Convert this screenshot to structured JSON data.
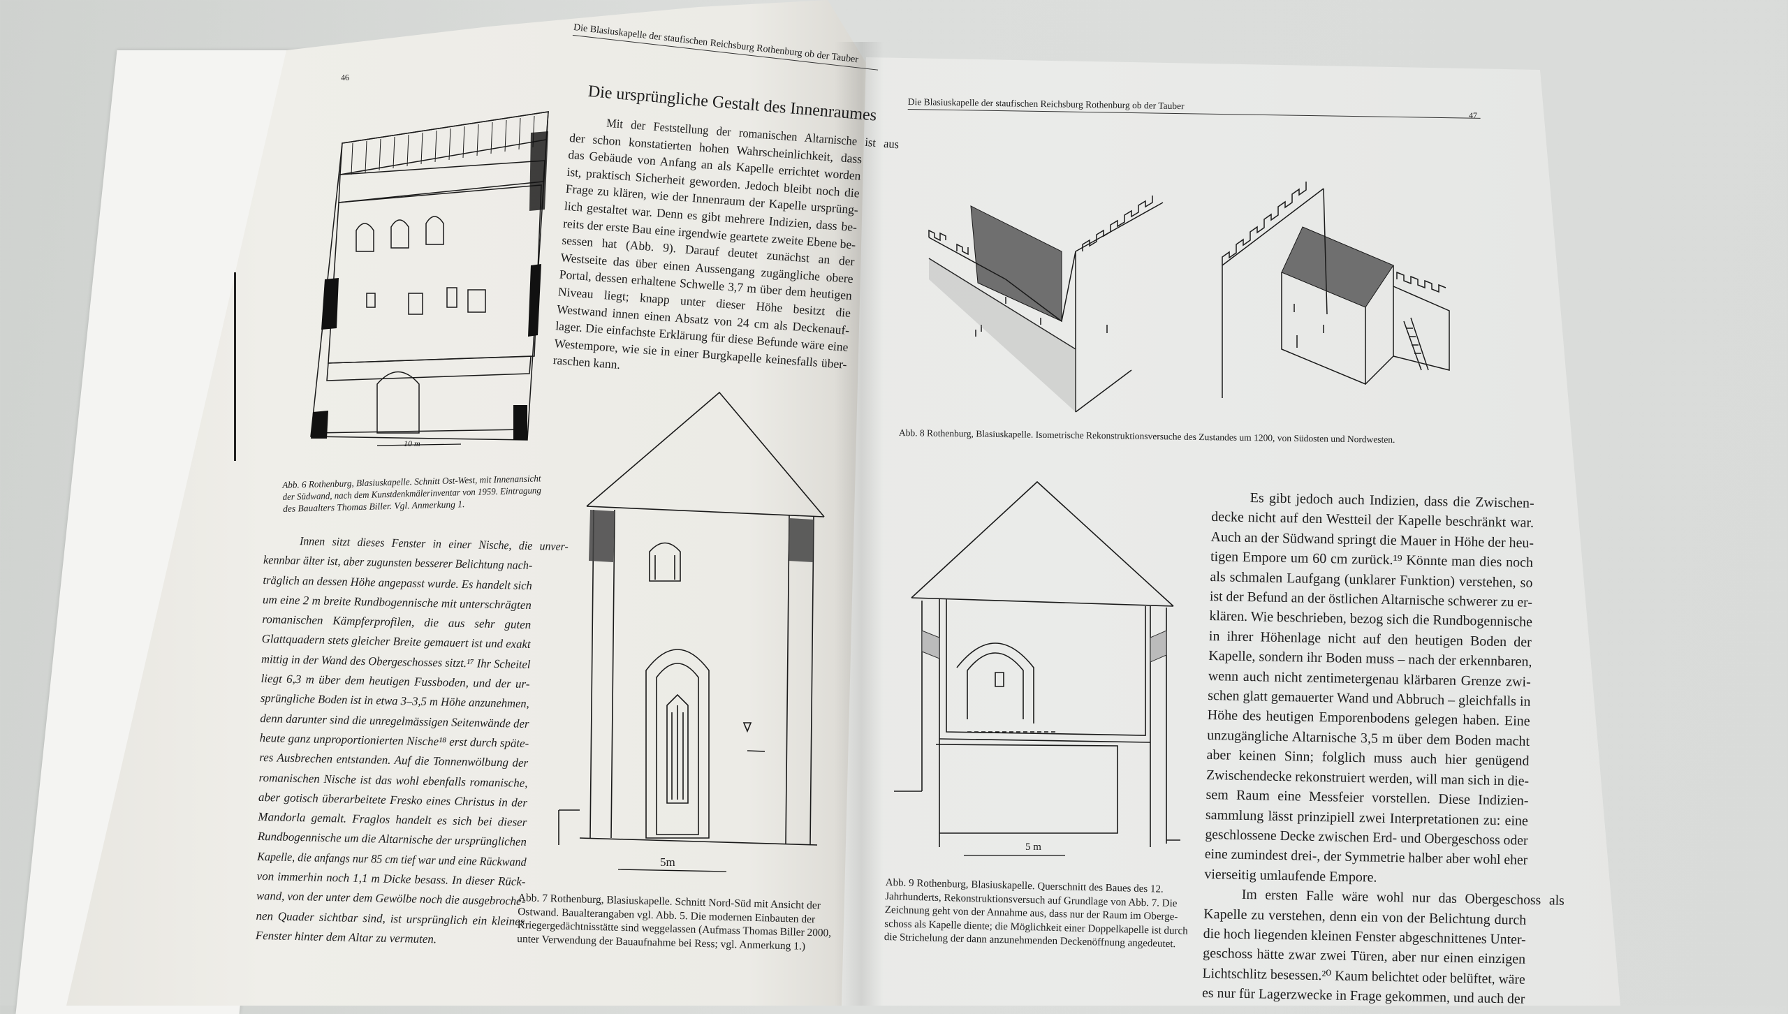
{
  "book": {
    "left_page": {
      "page_number": "46",
      "running_header": "Die Blasiuskapelle der staufischen Reichsburg Rothenburg ob der Tauber",
      "figure_6": {
        "scale_label": "10 m",
        "caption": [
          "Abb. 6 Rothenburg, Blasiuskapelle. Schnitt Ost-West, mit Innenansicht",
          "der Südwand, nach dem Kunstdenkmälerinventar von 1959. Eintragung",
          "des Baualters Thomas Biller. Vgl. Anmerkung 1."
        ]
      },
      "section_heading": "Die ursprüngliche Gestalt des Innenraumes",
      "top_text": [
        [
          "Mit der Feststellung der romanischen Altarnische ist aus",
          "der schon konstatierten hohen Wahrscheinlichkeit, dass",
          "das Gebäude von Anfang an als Kapelle errichtet worden",
          "ist, praktisch Sicherheit geworden. Jedoch bleibt noch die",
          "Frage zu klären, wie der Innenraum der Kapelle ursprüng-",
          "lich gestaltet war. Denn es gibt mehrere Indizien, dass be-",
          "reits der erste Bau eine irgendwie geartete zweite Ebene be-",
          "sessen hat (Abb. 9). Darauf deutet zunächst an der",
          "Westseite das über einen Aussengang zugängliche obere",
          "Portal, dessen erhaltene Schwelle 3,7 m über dem heutigen",
          "Niveau liegt; knapp unter dieser Höhe besitzt die",
          "Westwand innen einen Absatz von 24 cm als Deckenauf-",
          "lager. Die einfachste Erklärung für diese Befunde wäre eine",
          "Westempore, wie sie in einer Burgkapelle keinesfalls über-",
          "raschen kann."
        ]
      ],
      "body_text": [
        [
          "Innen sitzt dieses Fenster in einer Nische, die unver-",
          "kennbar älter ist, aber zugunsten besserer Belichtung nach-",
          "träglich an dessen Höhe angepasst wurde. Es handelt sich",
          "um eine 2 m breite Rundbogennische mit unterschrägten",
          "romanischen Kämpferprofilen, die aus sehr guten",
          "Glattquadern stets gleicher Breite gemauert ist und exakt",
          "mittig in der Wand des Obergeschosses sitzt.¹⁷ Ihr Scheitel",
          "liegt 6,3 m über dem heutigen Fussboden, und der ur-",
          "sprüngliche Boden ist in etwa 3–3,5 m Höhe anzunehmen,",
          "denn darunter sind die unregelmässigen Seitenwände der",
          "heute ganz unproportionierten Nische¹⁸ erst durch späte-",
          "res Ausbrechen entstanden. Auf die Tonnenwölbung der",
          "romanischen Nische ist das wohl ebenfalls romanische,",
          "aber gotisch überarbeitete Fresko eines Christus in der",
          "Mandorla gemalt. Fraglos handelt es sich bei dieser",
          "Rundbogennische um die Altarnische der ursprünglichen",
          "Kapelle, die anfangs nur 85 cm tief war und eine Rückwand",
          "von immerhin noch 1,1 m Dicke besass. In dieser Rück-",
          "wand, von der unter dem Gewölbe noch die ausgebroche-",
          "nen Quader sichtbar sind, ist ursprünglich ein kleines",
          "Fenster hinter dem Altar zu vermuten."
        ]
      ],
      "figure_7": {
        "scale_label": "5m",
        "caption": [
          "Abb. 7  Rothenburg, Blasiuskapelle. Schnitt Nord-Süd mit Ansicht der",
          "Ostwand. Baualterangaben vgl. Abb. 5. Die modernen Einbauten der",
          "Kriegergedächtnisstätte sind weggelassen (Aufmass Thomas Biller 2000,",
          "unter Verwendung der Bauaufnahme bei Ress; vgl. Anmerkung 1.)"
        ]
      }
    },
    "right_page": {
      "page_number": "47",
      "running_header": "Die Blasiuskapelle der staufischen Reichsburg Rothenburg ob der Tauber",
      "figure_8": {
        "caption": "Abb. 8  Rothenburg, Blasiuskapelle. Isometrische Rekonstruktionsversuche des Zustandes um 1200, von Südosten und Nordwesten."
      },
      "figure_9": {
        "scale_label": "5 m",
        "caption": [
          "Abb. 9  Rothenburg, Blasiuskapelle. Querschnitt des Baues des 12.",
          "Jahrhunderts, Rekonstruktionsversuch auf Grundlage von Abb. 7. Die",
          "Zeichnung geht von der Annahme aus, dass nur der Raum im Oberge-",
          "schoss als Kapelle diente; die Möglichkeit einer Doppelkapelle ist durch",
          "die Strichelung der dann anzunehmenden Deckenöffnung angedeutet."
        ]
      },
      "body_text": [
        [
          "Es gibt jedoch auch Indizien, dass die Zwischen-",
          "decke nicht auf den Westteil der Kapelle beschränkt war.",
          "Auch an der Südwand springt die Mauer in Höhe der heu-",
          "tigen Empore um 60 cm zurück.¹⁹ Könnte man dies noch",
          "als schmalen Laufgang (unklarer Funktion) verstehen, so",
          "ist der Befund an der östlichen Altarnische schwerer zu er-",
          "klären. Wie beschrieben, bezog sich die Rundbogennische",
          "in ihrer Höhenlage nicht auf den heutigen Boden der",
          "Kapelle, sondern ihr Boden muss – nach der erkennbaren,",
          "wenn auch nicht zentimetergenau klärbaren Grenze zwi-",
          "schen glatt gemauerter Wand und Abbruch – gleichfalls in",
          "Höhe des heutigen Emporenbodens gelegen haben. Eine",
          "unzugängliche Altarnische 3,5 m über dem Boden macht",
          "aber keinen Sinn; folglich muss auch hier genügend",
          "Zwischendecke rekonstruiert werden, will man sich in die-",
          "sem Raum eine Messfeier vorstellen. Diese Indizien-",
          "sammlung lässt prinzipiell zwei Interpretationen zu: eine",
          "geschlossene Decke zwischen Erd- und Obergeschoss oder",
          "eine zumindest drei-, der Symmetrie halber aber wohl eher",
          "vierseitig umlaufende Empore."
        ],
        [
          "Im ersten Falle wäre wohl nur das Obergeschoss als",
          "Kapelle zu verstehen, denn ein von der Belichtung durch",
          "die hoch liegenden kleinen Fenster abgeschnittenes Unter-",
          "geschoss hätte zwar zwei Türen, aber nur einen einzigen",
          "Lichtschlitz besessen.²⁰ Kaum belichtet oder belüftet, wäre",
          "es nur für Lagerzwecke in Frage gekommen, und auch der"
        ]
      ]
    }
  },
  "colors": {
    "ink": "#1c1c1c",
    "roof_gray": "#6f6f6f",
    "paper": "#ecebe6"
  }
}
